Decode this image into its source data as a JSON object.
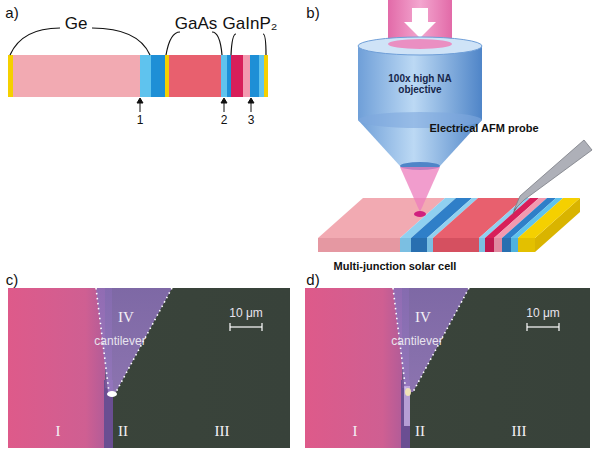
{
  "diagram": {
    "nodes": [
      {
        "text": [
          "100x high NA objective"
        ]
      }
    ],
    "labels": [
      "a)",
      "Ge",
      "GaAs",
      "GaInP₂",
      "1",
      "2",
      "3",
      "b)",
      "Electrical AFM probe",
      "Multi-junction solar cell",
      "c)",
      "IV",
      "cantilever",
      "10 μm",
      "I",
      "II",
      "III",
      "d)",
      "IV",
      "cantilever",
      "10 μm",
      "I",
      "II",
      "III"
    ]
  }
}
